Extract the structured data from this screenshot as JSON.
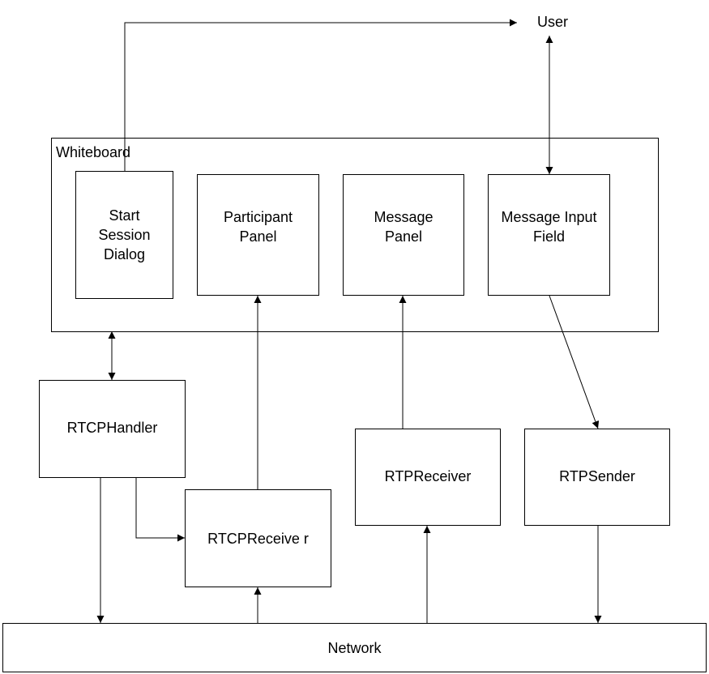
{
  "labels": {
    "user": "User",
    "whiteboard": "Whiteboard",
    "start_session_dialog": "Start\nSession\nDialog",
    "participant_panel": "Participant\nPanel",
    "message_panel": "Message\nPanel",
    "message_input_field": "Message Input\nField",
    "rtcp_handler": "RTCPHandler",
    "rtcp_receiver": "RTCPReceive r",
    "rtp_receiver": "RTPReceiver",
    "rtp_sender": "RTPSender",
    "network": "Network"
  }
}
